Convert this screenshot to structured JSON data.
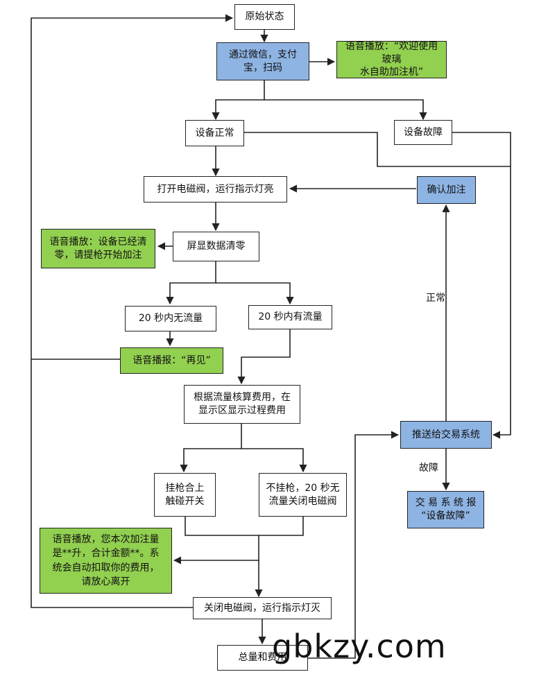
{
  "nodes": {
    "start": "原始状态",
    "scan": "通过微信，支付\n宝，扫码",
    "voice_welcome": "语音播放：“欢迎使用玻璃\n水自助加注机”",
    "device_ok": "设备正常",
    "device_fault": "设备故障",
    "open_valve": "打开电磁阀，运行指示灯亮",
    "confirm_fill": "确认加注",
    "voice_ready": "语音播放：设备已经清\n零，请提枪开始加注",
    "clear_display": "屏显数据清零",
    "no_flow": "20 秒内无流量",
    "has_flow": "20 秒内有流量",
    "voice_bye": "语音播报：“再见”",
    "calc_fee": "根据流量核算费用，在\n显示区显示过程费用",
    "push_trade": "推送给交易系统",
    "hang_gun": "挂枪合上\n触碰开关",
    "no_hang": "不挂枪，20 秒无\n流量关闭电磁阀",
    "trade_report": "交 易 系 统 报\n“设备故障”",
    "voice_total": "语音播放，您本次加注量\n是**升，合计金额**。系\n统会自动扣取你的费用，\n请放心离开",
    "close_valve": "关闭电磁阀，运行指示灯灭",
    "total_fee": "总量和费用"
  },
  "edge_labels": {
    "normal": "正常",
    "fault": "故障"
  },
  "watermark": "gbkzy.com",
  "colors": {
    "blue_box": "#8eb4e3",
    "green_box": "#92d050",
    "line": "#222222"
  }
}
